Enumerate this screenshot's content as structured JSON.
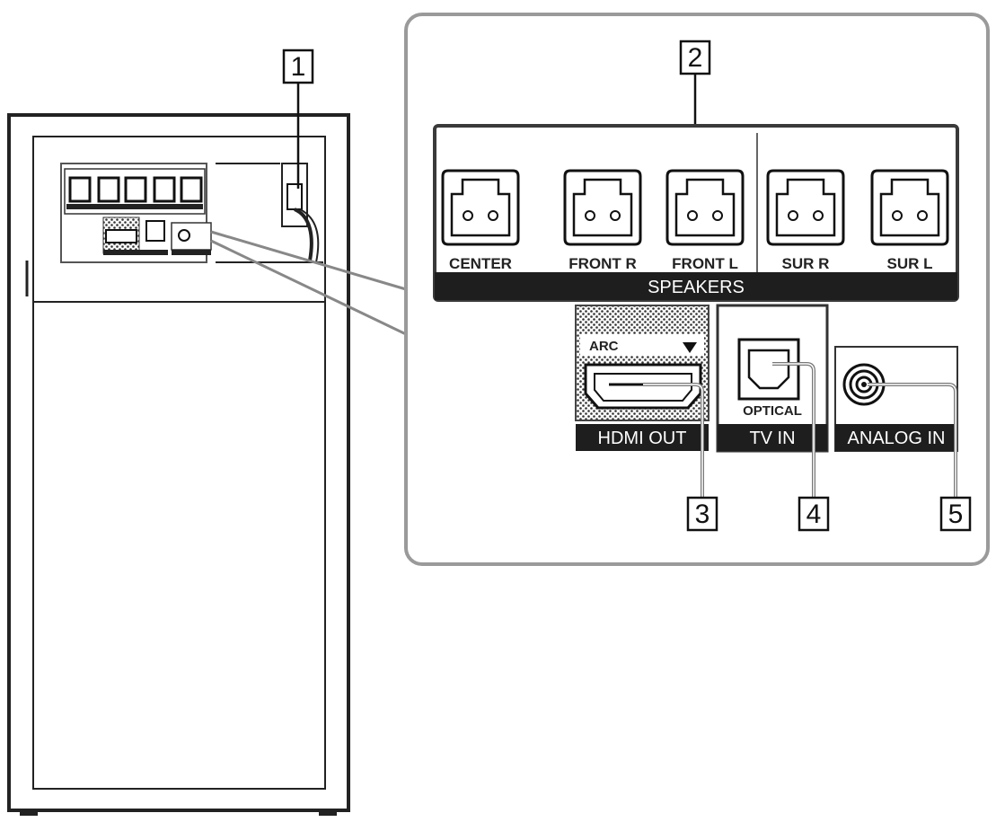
{
  "callouts": {
    "c1": "1",
    "c2": "2",
    "c3": "3",
    "c4": "4",
    "c5": "5"
  },
  "speakers": {
    "group_label": "SPEAKERS",
    "center": "CENTER",
    "front_r": "FRONT R",
    "front_l": "FRONT L",
    "sur_r": "SUR R",
    "sur_l": "SUR L"
  },
  "hdmi": {
    "arc_label": "ARC",
    "bar_label": "HDMI OUT"
  },
  "tv_in": {
    "port_label": "OPTICAL",
    "bar_label": "TV IN"
  },
  "analog": {
    "bar_label": "ANALOG IN"
  },
  "colors": {
    "dark_bar": "#1e1e1e",
    "line": "#222222",
    "panel_border": "#9a9a9a"
  }
}
